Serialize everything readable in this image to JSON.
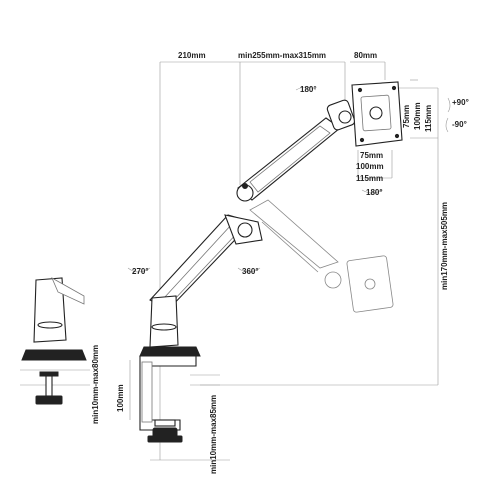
{
  "dimensions": {
    "reach_top": "210mm",
    "span_range": "min255mm-max315mm",
    "vesa_offset": "80mm",
    "vesa_vertical_75": "75mm",
    "vesa_vertical_100": "100mm",
    "vesa_vertical_115": "115mm",
    "vesa_horizontal_75": "75mm",
    "vesa_horizontal_100": "100mm",
    "vesa_horizontal_115": "115mm",
    "height_range": "min170mm-max505mm",
    "clamp_grommet_range": "min10mm-max80mm",
    "clamp_height": "100mm",
    "clamp_desk_range": "min10mm-max85mm"
  },
  "rotation": {
    "top_swivel": "180°",
    "screen_swivel": "180°",
    "tilt_up": "+90°",
    "tilt_down": "-90°",
    "base_rotation": "270°",
    "arm_rotation": "360°"
  },
  "colors": {
    "line": "#222222",
    "dimension_line": "#9a9a9a",
    "background": "#ffffff"
  },
  "icons": [
    "rotation-arrow-icon",
    "tilt-arrow-icon"
  ]
}
